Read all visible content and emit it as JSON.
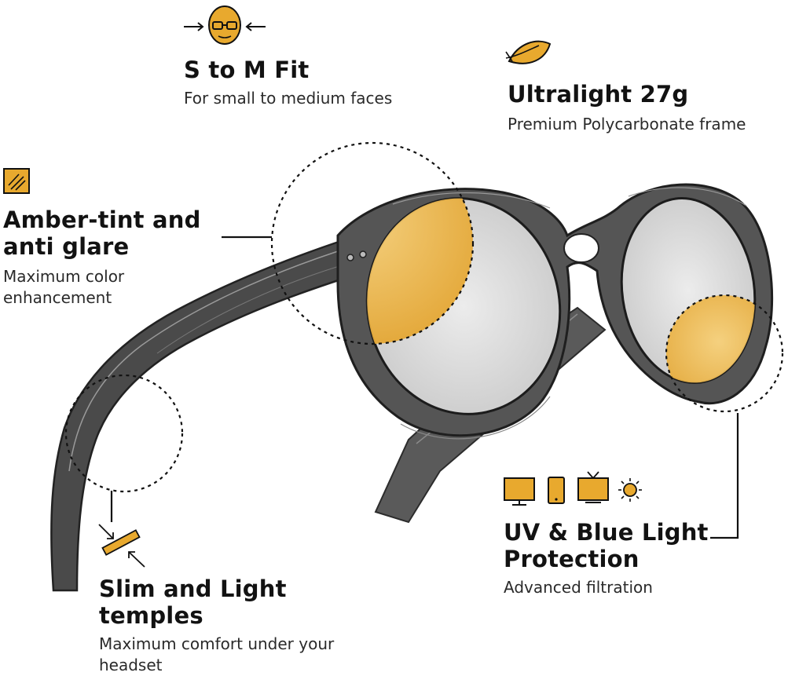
{
  "features": {
    "fit": {
      "title": "S to M Fit",
      "description": "For small to medium faces",
      "icon": "face-fit-icon"
    },
    "weight": {
      "title": "Ultralight 27g",
      "description": "Premium Polycarbonate frame",
      "icon": "feather-icon"
    },
    "tint": {
      "title": "Amber-tint and anti glare",
      "description": "Maximum color enhancement",
      "icon": "amber-lens-icon"
    },
    "temples": {
      "title": "Slim and Light temples",
      "description": "Maximum comfort under your headset",
      "icon": "slim-temple-icon"
    },
    "uv": {
      "title": "UV & Blue Light Protection",
      "description": "Advanced filtration",
      "icons": [
        "monitor-icon",
        "phone-icon",
        "tv-icon",
        "sun-icon"
      ]
    }
  },
  "colors": {
    "accent": "#E8A92E",
    "accent_dark": "#C98A14",
    "frame": "#3f3f3f",
    "text": "#121212"
  }
}
